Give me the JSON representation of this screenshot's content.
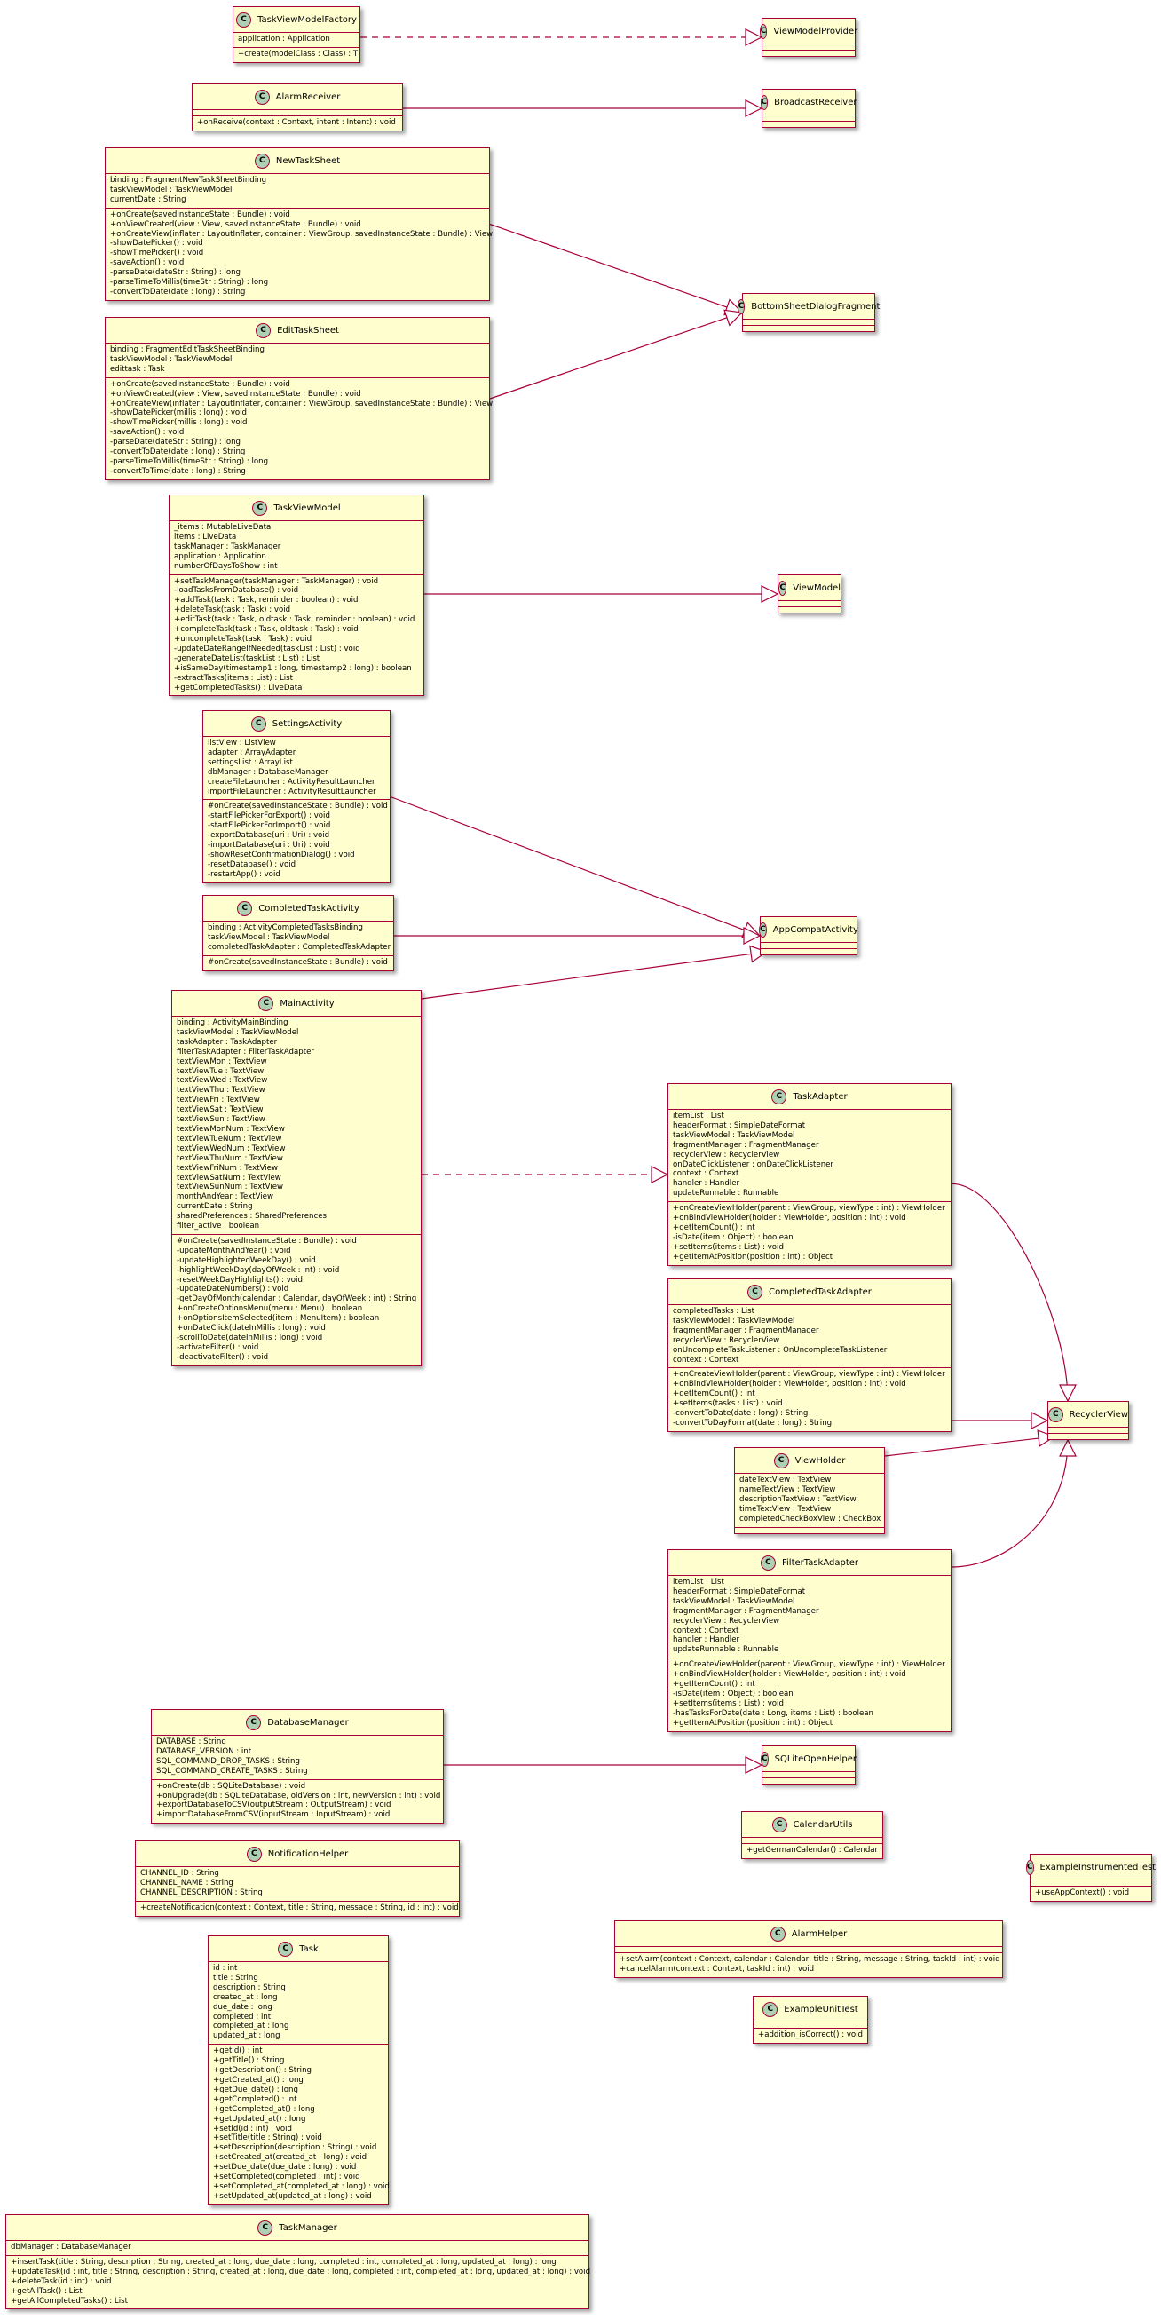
{
  "classes": [
    {
      "id": "TaskViewModelFactory",
      "name": "TaskViewModelFactory",
      "fields": [
        "application : Application"
      ],
      "methods": [
        "+create(modelClass : Class) : T"
      ]
    },
    {
      "id": "ViewModelProvider",
      "name": "ViewModelProvider",
      "fields": [],
      "methods": []
    },
    {
      "id": "AlarmReceiver",
      "name": "AlarmReceiver",
      "fields": [],
      "methods": [
        "+onReceive(context : Context, intent : Intent) : void"
      ]
    },
    {
      "id": "BroadcastReceiver",
      "name": "BroadcastReceiver",
      "fields": [],
      "methods": []
    },
    {
      "id": "NewTaskSheet",
      "name": "NewTaskSheet",
      "fields": [
        "binding : FragmentNewTaskSheetBinding",
        "taskViewModel : TaskViewModel",
        "currentDate : String"
      ],
      "methods": [
        "+onCreate(savedInstanceState : Bundle) : void",
        "+onViewCreated(view : View, savedInstanceState : Bundle) : void",
        "+onCreateView(inflater : LayoutInflater, container : ViewGroup, savedInstanceState : Bundle) : View",
        "-showDatePicker() : void",
        "-showTimePicker() : void",
        "-saveAction() : void",
        "-parseDate(dateStr : String) : long",
        "-parseTimeToMillis(timeStr : String) : long",
        "-convertToDate(date : long) : String"
      ]
    },
    {
      "id": "BottomSheetDialogFragment",
      "name": "BottomSheetDialogFragment",
      "fields": [],
      "methods": []
    },
    {
      "id": "EditTaskSheet",
      "name": "EditTaskSheet",
      "fields": [
        "binding : FragmentEditTaskSheetBinding",
        "taskViewModel : TaskViewModel",
        "edittask : Task"
      ],
      "methods": [
        "+onCreate(savedInstanceState : Bundle) : void",
        "+onViewCreated(view : View, savedInstanceState : Bundle) : void",
        "+onCreateView(inflater : LayoutInflater, container : ViewGroup, savedInstanceState : Bundle) : View",
        "-showDatePicker(millis : long) : void",
        "-showTimePicker(millis : long) : void",
        "-saveAction() : void",
        "-parseDate(dateStr : String) : long",
        "-convertToDate(date : long) : String",
        "-parseTimeToMillis(timeStr : String) : long",
        "-convertToTime(date : long) : String"
      ]
    },
    {
      "id": "TaskViewModel",
      "name": "TaskViewModel",
      "fields": [
        "_items : MutableLiveData",
        "items : LiveData",
        "taskManager : TaskManager",
        "application : Application",
        "numberOfDaysToShow : int"
      ],
      "methods": [
        "+setTaskManager(taskManager : TaskManager) : void",
        "-loadTasksFromDatabase() : void",
        "+addTask(task : Task, reminder : boolean) : void",
        "+deleteTask(task : Task) : void",
        "+editTask(task : Task, oldtask : Task, reminder : boolean) : void",
        "+completeTask(task : Task, oldtask : Task) : void",
        "+uncompleteTask(task : Task) : void",
        "-updateDateRangeIfNeeded(taskList : List) : void",
        "-generateDateList(taskList : List) : List",
        "+isSameDay(timestamp1 : long, timestamp2 : long) : boolean",
        "-extractTasks(items : List) : List",
        "+getCompletedTasks() : LiveData"
      ]
    },
    {
      "id": "ViewModel",
      "name": "ViewModel",
      "fields": [],
      "methods": []
    },
    {
      "id": "SettingsActivity",
      "name": "SettingsActivity",
      "fields": [
        "listView : ListView",
        "adapter : ArrayAdapter",
        "settingsList : ArrayList",
        "dbManager : DatabaseManager",
        "createFileLauncher : ActivityResultLauncher",
        "importFileLauncher : ActivityResultLauncher"
      ],
      "methods": [
        "#onCreate(savedInstanceState : Bundle) : void",
        "-startFilePickerForExport() : void",
        "-startFilePickerForImport() : void",
        "-exportDatabase(uri : Uri) : void",
        "-importDatabase(uri : Uri) : void",
        "-showResetConfirmationDialog() : void",
        "-resetDatabase() : void",
        "-restartApp() : void"
      ]
    },
    {
      "id": "CompletedTaskActivity",
      "name": "CompletedTaskActivity",
      "fields": [
        "binding : ActivityCompletedTasksBinding",
        "taskViewModel : TaskViewModel",
        "completedTaskAdapter : CompletedTaskAdapter"
      ],
      "methods": [
        "#onCreate(savedInstanceState : Bundle) : void"
      ]
    },
    {
      "id": "AppCompatActivity",
      "name": "AppCompatActivity",
      "fields": [],
      "methods": []
    },
    {
      "id": "MainActivity",
      "name": "MainActivity",
      "fields": [
        "binding : ActivityMainBinding",
        "taskViewModel : TaskViewModel",
        "taskAdapter : TaskAdapter",
        "filterTaskAdapter : FilterTaskAdapter",
        "textViewMon : TextView",
        "textViewTue : TextView",
        "textViewWed : TextView",
        "textViewThu : TextView",
        "textViewFri : TextView",
        "textViewSat : TextView",
        "textViewSun : TextView",
        "textViewMonNum : TextView",
        "textViewTueNum : TextView",
        "textViewWedNum : TextView",
        "textViewThuNum : TextView",
        "textViewFriNum : TextView",
        "textViewSatNum : TextView",
        "textViewSunNum : TextView",
        "monthAndYear : TextView",
        "currentDate : String",
        "sharedPreferences : SharedPreferences",
        "filter_active : boolean"
      ],
      "methods": [
        "#onCreate(savedInstanceState : Bundle) : void",
        "-updateMonthAndYear() : void",
        "-updateHighlightedWeekDay() : void",
        "-highlightWeekDay(dayOfWeek : int) : void",
        "-resetWeekDayHighlights() : void",
        "-updateDateNumbers() : void",
        "-getDayOfMonth(calendar : Calendar, dayOfWeek : int) : String",
        "+onCreateOptionsMenu(menu : Menu) : boolean",
        "+onOptionsItemSelected(item : MenuItem) : boolean",
        "+onDateClick(dateInMillis : long) : void",
        "-scrollToDate(dateInMillis : long) : void",
        "-activateFilter() : void",
        "-deactivateFilter() : void"
      ]
    },
    {
      "id": "TaskAdapter",
      "name": "TaskAdapter",
      "fields": [
        "itemList : List",
        "headerFormat : SimpleDateFormat",
        "taskViewModel : TaskViewModel",
        "fragmentManager : FragmentManager",
        "recyclerView : RecyclerView",
        "onDateClickListener : onDateClickListener",
        "context : Context",
        "handler : Handler",
        "updateRunnable : Runnable"
      ],
      "methods": [
        "+onCreateViewHolder(parent : ViewGroup, viewType : int) : ViewHolder",
        "+onBindViewHolder(holder : ViewHolder, position : int) : void",
        "+getItemCount() : int",
        "-isDate(item : Object) : boolean",
        "+setItems(items : List) : void",
        "+getItemAtPosition(position : int) : Object"
      ]
    },
    {
      "id": "CompletedTaskAdapter",
      "name": "CompletedTaskAdapter",
      "fields": [
        "completedTasks : List",
        "taskViewModel : TaskViewModel",
        "fragmentManager : FragmentManager",
        "recyclerView : RecyclerView",
        "onUncompleteTaskListener : OnUncompleteTaskListener",
        "context : Context"
      ],
      "methods": [
        "+onCreateViewHolder(parent : ViewGroup, viewType : int) : ViewHolder",
        "+onBindViewHolder(holder : ViewHolder, position : int) : void",
        "+getItemCount() : int",
        "+setItems(tasks : List) : void",
        "-convertToDate(date : long) : String",
        "-convertToDayFormat(date : long) : String"
      ]
    },
    {
      "id": "RecyclerView",
      "name": "RecyclerView",
      "fields": [],
      "methods": []
    },
    {
      "id": "ViewHolder",
      "name": "ViewHolder",
      "fields": [
        "dateTextView : TextView",
        "nameTextView : TextView",
        "descriptionTextView : TextView",
        "timeTextView : TextView",
        "completedCheckBoxView : CheckBox"
      ],
      "methods": []
    },
    {
      "id": "FilterTaskAdapter",
      "name": "FilterTaskAdapter",
      "fields": [
        "itemList : List",
        "headerFormat : SimpleDateFormat",
        "taskViewModel : TaskViewModel",
        "fragmentManager : FragmentManager",
        "recyclerView : RecyclerView",
        "context : Context",
        "handler : Handler",
        "updateRunnable : Runnable"
      ],
      "methods": [
        "+onCreateViewHolder(parent : ViewGroup, viewType : int) : ViewHolder",
        "+onBindViewHolder(holder : ViewHolder, position : int) : void",
        "+getItemCount() : int",
        "-isDate(item : Object) : boolean",
        "+setItems(items : List) : void",
        "-hasTasksForDate(date : Long, items : List) : boolean",
        "+getItemAtPosition(position : int) : Object"
      ]
    },
    {
      "id": "DatabaseManager",
      "name": "DatabaseManager",
      "fields": [
        "DATABASE : String",
        "DATABASE_VERSION : int",
        "SQL_COMMAND_DROP_TASKS : String",
        "SQL_COMMAND_CREATE_TASKS : String"
      ],
      "methods": [
        "+onCreate(db : SQLiteDatabase) : void",
        "+onUpgrade(db : SQLiteDatabase, oldVersion : int, newVersion : int) : void",
        "+exportDatabaseToCSV(outputStream : OutputStream) : void",
        "+importDatabaseFromCSV(inputStream : InputStream) : void"
      ]
    },
    {
      "id": "SQLiteOpenHelper",
      "name": "SQLiteOpenHelper",
      "fields": [],
      "methods": []
    },
    {
      "id": "NotificationHelper",
      "name": "NotificationHelper",
      "fields": [
        "CHANNEL_ID : String",
        "CHANNEL_NAME : String",
        "CHANNEL_DESCRIPTION : String"
      ],
      "methods": [
        "+createNotification(context : Context, title : String, message : String, id : int) : void"
      ]
    },
    {
      "id": "CalendarUtils",
      "name": "CalendarUtils",
      "fields": [],
      "methods": [
        "+getGermanCalendar() : Calendar"
      ]
    },
    {
      "id": "ExampleInstrumentedTest",
      "name": "ExampleInstrumentedTest",
      "fields": [],
      "methods": [
        "+useAppContext() : void"
      ]
    },
    {
      "id": "AlarmHelper",
      "name": "AlarmHelper",
      "fields": [],
      "methods": [
        "+setAlarm(context : Context, calendar : Calendar, title : String, message : String, taskId : int) : void",
        "+cancelAlarm(context : Context, taskId : int) : void"
      ]
    },
    {
      "id": "ExampleUnitTest",
      "name": "ExampleUnitTest",
      "fields": [],
      "methods": [
        "+addition_isCorrect() : void"
      ]
    },
    {
      "id": "Task",
      "name": "Task",
      "fields": [
        "id : int",
        "title : String",
        "description : String",
        "created_at : long",
        "due_date : long",
        "completed : int",
        "completed_at : long",
        "updated_at : long"
      ],
      "methods": [
        "+getId() : int",
        "+getTitle() : String",
        "+getDescription() : String",
        "+getCreated_at() : long",
        "+getDue_date() : long",
        "+getCompleted() : int",
        "+getCompleted_at() : long",
        "+getUpdated_at() : long",
        "+setId(id : int) : void",
        "+setTitle(title : String) : void",
        "+setDescription(description : String) : void",
        "+setCreated_at(created_at : long) : void",
        "+setDue_date(due_date : long) : void",
        "+setCompleted(completed : int) : void",
        "+setCompleted_at(completed_at : long) : void",
        "+setUpdated_at(updated_at : long) : void"
      ]
    },
    {
      "id": "TaskManager",
      "name": "TaskManager",
      "fields": [
        "dbManager : DatabaseManager"
      ],
      "methods": [
        "+insertTask(title : String, description : String, created_at : long, due_date : long, completed : int, completed_at : long, updated_at : long) : long",
        "+updateTask(id : int, title : String, description : String, created_at : long, due_date : long, completed : int, completed_at : long, updated_at : long) : void",
        "+deleteTask(id : int) : void",
        "+getAllTask() : List",
        "+getAllCompletedTasks() : List"
      ]
    }
  ],
  "relations": [
    {
      "from": "TaskViewModelFactory",
      "to": "ViewModelProvider",
      "kind": "realization"
    },
    {
      "from": "AlarmReceiver",
      "to": "BroadcastReceiver",
      "kind": "extension"
    },
    {
      "from": "NewTaskSheet",
      "to": "BottomSheetDialogFragment",
      "kind": "extension"
    },
    {
      "from": "EditTaskSheet",
      "to": "BottomSheetDialogFragment",
      "kind": "extension"
    },
    {
      "from": "TaskViewModel",
      "to": "ViewModel",
      "kind": "extension"
    },
    {
      "from": "SettingsActivity",
      "to": "AppCompatActivity",
      "kind": "extension"
    },
    {
      "from": "CompletedTaskActivity",
      "to": "AppCompatActivity",
      "kind": "extension"
    },
    {
      "from": "MainActivity",
      "to": "AppCompatActivity",
      "kind": "extension"
    },
    {
      "from": "MainActivity",
      "to": "TaskAdapter",
      "kind": "realization"
    },
    {
      "from": "TaskAdapter",
      "to": "RecyclerView",
      "kind": "extension"
    },
    {
      "from": "CompletedTaskAdapter",
      "to": "RecyclerView",
      "kind": "extension"
    },
    {
      "from": "ViewHolder",
      "to": "RecyclerView",
      "kind": "extension"
    },
    {
      "from": "FilterTaskAdapter",
      "to": "RecyclerView",
      "kind": "extension"
    },
    {
      "from": "DatabaseManager",
      "to": "SQLiteOpenHelper",
      "kind": "extension"
    }
  ],
  "colors": {
    "box_fill": "#fefece",
    "border": "#a80036",
    "badge_fill": "#add1b2",
    "edge": "#a80036"
  },
  "icons": {
    "class_badge": "class-c-icon"
  }
}
